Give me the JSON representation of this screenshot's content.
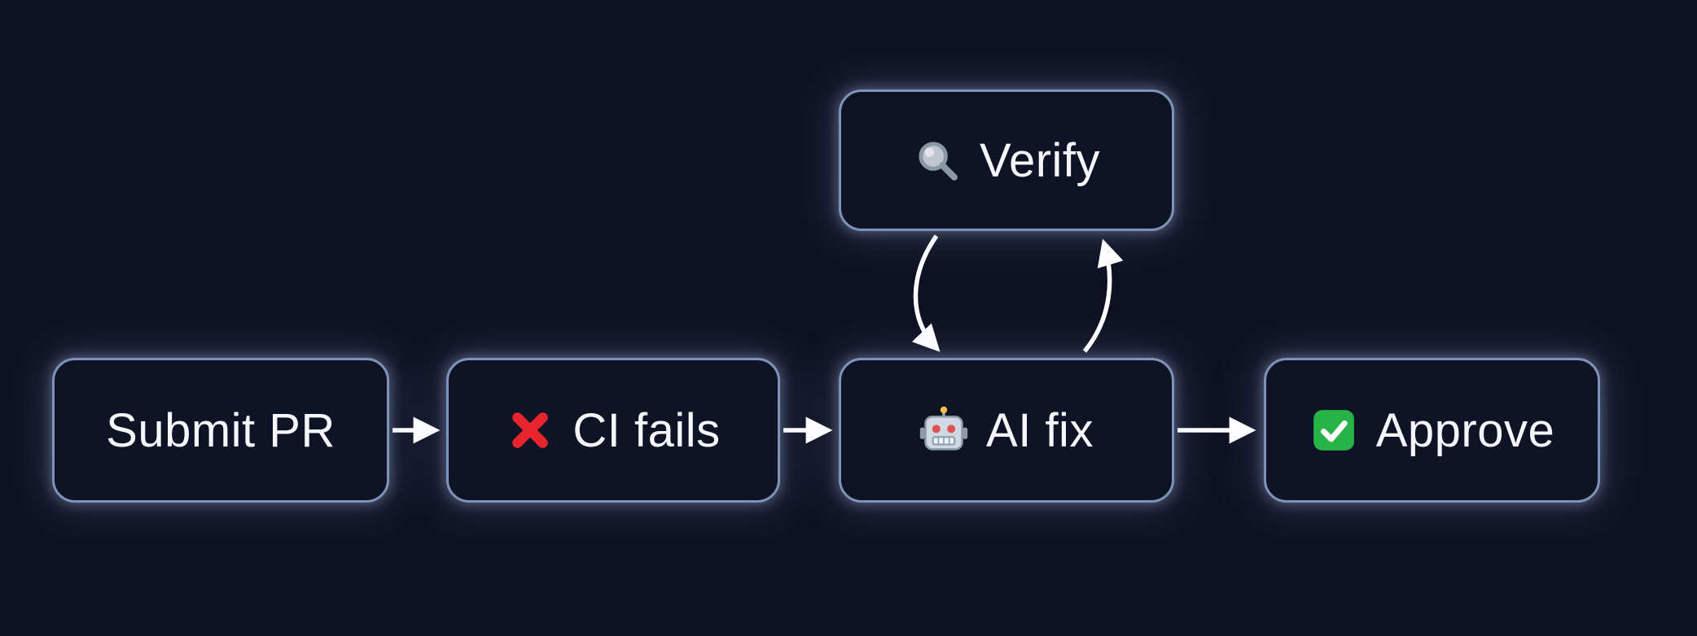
{
  "diagram": {
    "background_color": "#0e1122",
    "node_fill_color": "#0f1326",
    "node_border_color": "#7e93b8",
    "text_color": "#f4f6fa",
    "arrow_color": "#ffffff",
    "nodes": [
      {
        "id": "submit-pr",
        "label": "Submit PR",
        "icon": null
      },
      {
        "id": "ci-fails",
        "label": "CI fails",
        "icon": "cross-mark-icon",
        "emoji": "❌"
      },
      {
        "id": "ai-fix",
        "label": "AI fix",
        "icon": "robot-icon",
        "emoji": "🤖"
      },
      {
        "id": "approve",
        "label": "Approve",
        "icon": "check-mark-icon",
        "emoji": "✅"
      },
      {
        "id": "verify",
        "label": "Verify",
        "icon": "magnifying-glass-icon",
        "emoji": "🔍"
      }
    ],
    "edges": [
      {
        "from": "submit-pr",
        "to": "ci-fails"
      },
      {
        "from": "ci-fails",
        "to": "ai-fix"
      },
      {
        "from": "ai-fix",
        "to": "approve"
      },
      {
        "from": "verify",
        "to": "ai-fix"
      },
      {
        "from": "ai-fix",
        "to": "verify"
      }
    ]
  }
}
